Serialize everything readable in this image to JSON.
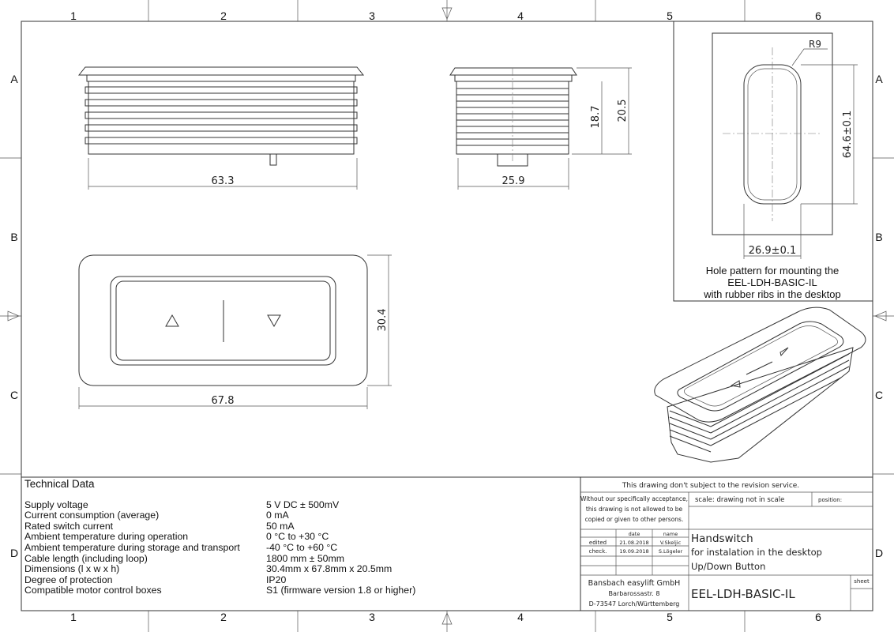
{
  "frame": {
    "columns": [
      "1",
      "2",
      "3",
      "4",
      "5",
      "6"
    ],
    "rows": [
      "A",
      "B",
      "C",
      "D"
    ]
  },
  "views": {
    "top_width": "63.3",
    "side_width": "25.9",
    "side_height_inner": "18.7",
    "side_height_total": "20.5",
    "front_height": "30.4",
    "front_width": "67.8"
  },
  "hole_pattern": {
    "radius": "R9",
    "height": "64.6±0.1",
    "width": "26.9±0.1",
    "caption": [
      "Hole pattern for mounting the",
      "EEL-LDH-BASIC-IL",
      "with rubber ribs in the desktop"
    ]
  },
  "technical_data": {
    "title": "Technical Data",
    "rows": [
      {
        "label": "Supply voltage",
        "value": "5 V DC ± 500mV"
      },
      {
        "label": "Current consumption (average)",
        "value": "0 mA"
      },
      {
        "label": "Rated switch current",
        "value": "50 mA"
      },
      {
        "label": "Ambient temperature during operation",
        "value": "0 °C to +30 °C"
      },
      {
        "label": "Ambient temperature during storage and transport",
        "value": "-40 °C to +60 °C"
      },
      {
        "label": "Cable length (including loop)",
        "value": "1800 mm ± 50mm"
      },
      {
        "label": "Dimensions (l x w x h)",
        "value": "30.4mm x 67.8mm x 20.5mm"
      },
      {
        "label": "Degree of protection",
        "value": "IP20"
      },
      {
        "label": "Compatible motor control boxes",
        "value": "S1 (firmware version 1.8 or higher)"
      }
    ]
  },
  "title_block": {
    "revision_note": "This drawing don't subject to the revision service.",
    "copyright": [
      "Without our specifically acceptance,",
      "this drawing is not allowed to be",
      "copied or given to other persons."
    ],
    "scale": "scale: drawing not in scale",
    "position": "position:",
    "table_headers": {
      "date": "date",
      "name": "name"
    },
    "edited": {
      "label": "edited",
      "date": "21.08.2018",
      "name": "V.Skeljic"
    },
    "checked": {
      "label": "check.",
      "date": "19.09.2018",
      "name": "S.Lögeler"
    },
    "title_lines": [
      "Handswitch",
      "for instalation in the desktop",
      "Up/Down Button"
    ],
    "company": [
      "Bansbach easylift GmbH",
      "Barbarossastr. 8",
      "D-73547 Lorch/Württemberg"
    ],
    "part_number": "EEL-LDH-BASIC-IL",
    "sheet": "sheet"
  }
}
